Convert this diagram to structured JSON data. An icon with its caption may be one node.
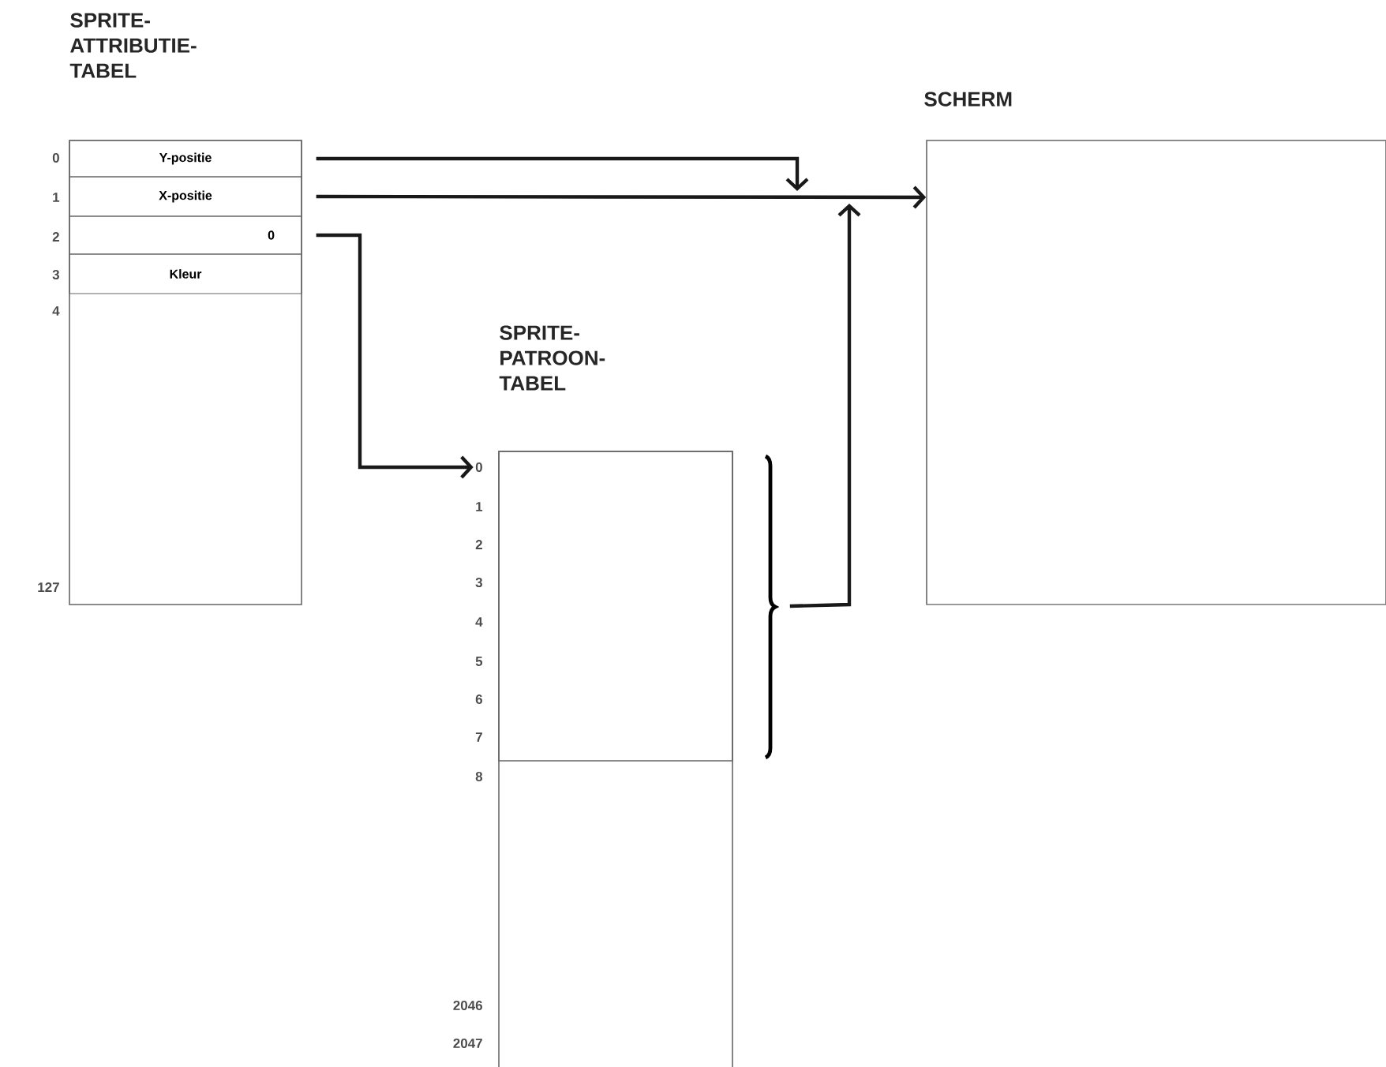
{
  "diagram": {
    "nodes": [
      {
        "text": [
          "SPRITE- ATTRIBUTIE- TABEL"
        ]
      },
      {
        "text": [
          "Y-positie"
        ],
        "in": 0
      },
      {
        "text": [
          "X-positie"
        ],
        "in": 0
      },
      {
        "text": [
          "0"
        ],
        "in": 0
      },
      {
        "text": [
          "Kleur"
        ],
        "in": 0
      },
      {
        "text": [
          "SPRITE- PATROON- TABEL"
        ]
      },
      {
        "text": [],
        "shape": "box",
        "in": 5
      },
      {
        "text": [
          "SCHERM"
        ]
      },
      {
        "text": [
          "0"
        ]
      }
    ],
    "edges": [
      {
        "from": 1,
        "to": null,
        "arrow": "to"
      },
      {
        "from": 2,
        "to": 7,
        "arrow": "to"
      },
      {
        "from": 3,
        "to": 8,
        "arrow": "to"
      },
      {
        "from": 6,
        "to": null,
        "arrow": "to"
      }
    ],
    "labels": [
      "0",
      "1",
      "2",
      "3",
      "4",
      "127",
      "1",
      "2",
      "3",
      "4",
      "5",
      "6",
      "7",
      "8",
      "2046",
      "2047"
    ]
  }
}
